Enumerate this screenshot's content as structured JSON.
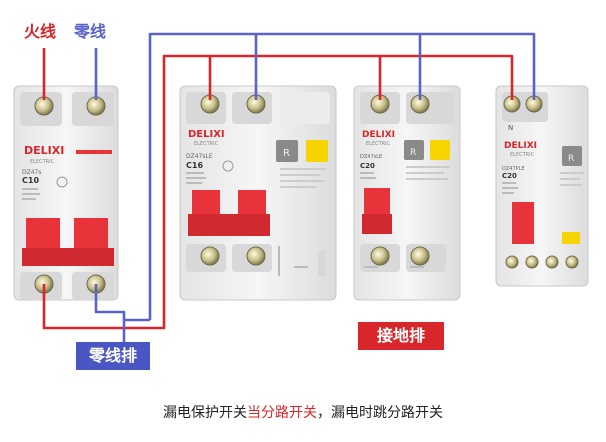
{
  "labels": {
    "live": "火线",
    "neutral": "零线",
    "neutral_bar": "零线排",
    "ground_bar": "接地排"
  },
  "caption": {
    "part1": "漏电保护开关",
    "part2": "当分路开关",
    "part3": "，漏电时跳分路开关"
  },
  "breakers": [
    {
      "brand": "DELIXI",
      "sub": "ELECTRIC",
      "model": "DZ47s",
      "rating": "C10"
    },
    {
      "brand": "DELIXI",
      "sub": "ELECTRIC",
      "model": "DZ47sLE",
      "rating": "C16"
    },
    {
      "brand": "DELIXI",
      "sub": "ELECTRIC",
      "model": "DZ47sLE",
      "rating": "C20"
    },
    {
      "brand": "DELIXI",
      "sub": "ELECTRIC",
      "model": "DZ47PLE",
      "rating": "C20"
    }
  ],
  "terminal_marks": {
    "n": "N"
  },
  "colors": {
    "live": "#d9262a",
    "neutral": "#5a64c8",
    "badge_blue": "#4a56c4",
    "handle_red": "#e8333a",
    "test_yellow": "#f5d400"
  }
}
